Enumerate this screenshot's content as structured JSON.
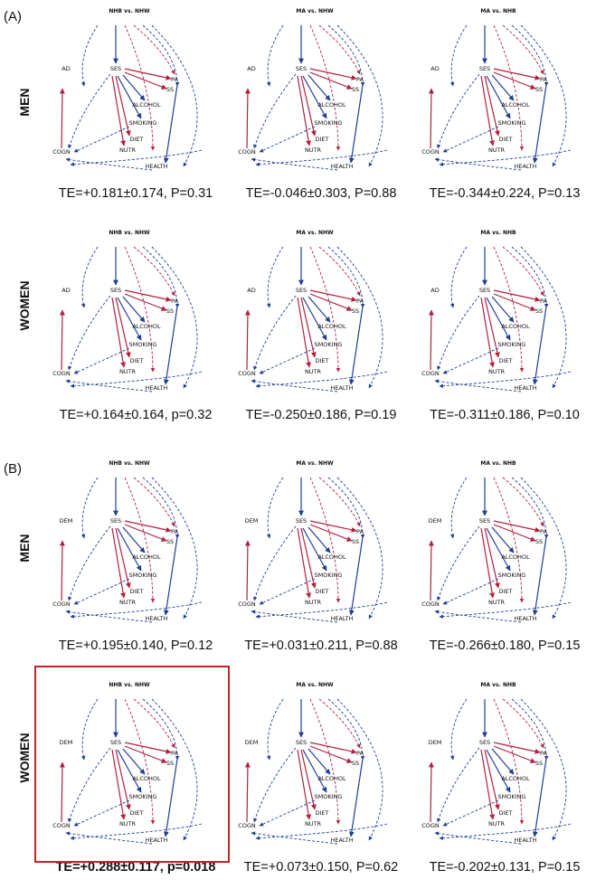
{
  "sections": [
    {
      "label": "(A)",
      "outcome": "AD",
      "rows": [
        {
          "label": "MEN",
          "panels": [
            {
              "title": "NHB vs. NHW",
              "te": "TE=+0.181±0.174, P=0.31",
              "bold": false,
              "highlight": false
            },
            {
              "title": "MA vs. NHW",
              "te": "TE=-0.046±0.303, P=0.88",
              "bold": false,
              "highlight": false
            },
            {
              "title": "MA vs. NHB",
              "te": "TE=-0.344±0.224, P=0.13",
              "bold": false,
              "highlight": false
            }
          ]
        },
        {
          "label": "WOMEN",
          "panels": [
            {
              "title": "NHB vs. NHW",
              "te": "TE=+0.164±0.164, p=0.32",
              "bold": false,
              "highlight": false
            },
            {
              "title": "MA vs. NHW",
              "te": "TE=-0.250±0.186, P=0.19",
              "bold": false,
              "highlight": false
            },
            {
              "title": "MA vs. NHB",
              "te": "TE=-0.311±0.186, P=0.10",
              "bold": false,
              "highlight": false
            }
          ]
        }
      ]
    },
    {
      "label": "(B)",
      "outcome": "DEM",
      "rows": [
        {
          "label": "MEN",
          "panels": [
            {
              "title": "NHB vs. NHW",
              "te": "TE=+0.195±0.140, P=0.12",
              "bold": false,
              "highlight": false
            },
            {
              "title": "MA vs. NHW",
              "te": "TE=+0.031±0.211, P=0.88",
              "bold": false,
              "highlight": false
            },
            {
              "title": "MA vs. NHB",
              "te": "TE=-0.266±0.180, P=0.15",
              "bold": false,
              "highlight": false
            }
          ]
        },
        {
          "label": "WOMEN",
          "panels": [
            {
              "title": "NHB vs. NHW",
              "te": "TE=+0.288±0.117, p=0.018",
              "bold": true,
              "highlight": true
            },
            {
              "title": "MA vs. NHW",
              "te": "TE=+0.073±0.150, P=0.62",
              "bold": false,
              "highlight": false
            },
            {
              "title": "MA vs. NHB",
              "te": "TE=-0.202±0.131, P=0.15",
              "bold": false,
              "highlight": false
            }
          ]
        }
      ]
    }
  ],
  "nodes": [
    "SES",
    "PA",
    "SS",
    "ALCOHOL",
    "SMOKING",
    "DIET",
    "NUTR",
    "COGN",
    "HEALTH"
  ],
  "colors": {
    "positive": "#b02040",
    "negative": "#1f3f8f",
    "highlight": "#c0232c"
  }
}
